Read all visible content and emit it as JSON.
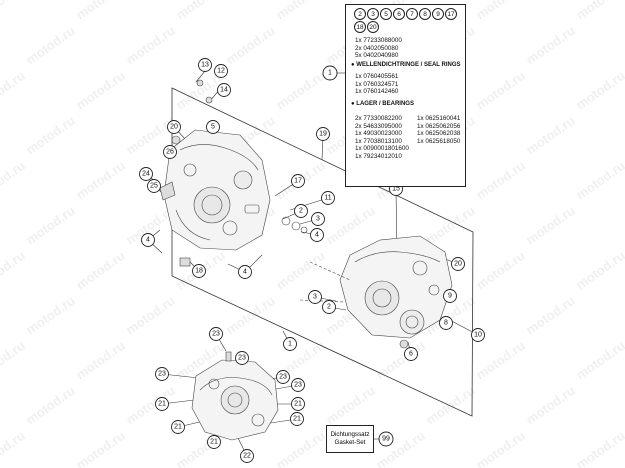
{
  "watermark": "motod.ru",
  "legend": {
    "ref_numbers": [
      "2",
      "3",
      "5",
      "6",
      "7",
      "8",
      "9",
      "17",
      "18",
      "20"
    ],
    "parts": [
      "1x 77233088000",
      "2x 0402050080",
      "5x 0402040980"
    ],
    "seal_header": "● WELLENDICHTRINGE / SEAL RINGS",
    "seal_rings": [
      "1x 0760405561",
      "1x 0760324571",
      "1x 0760142460"
    ],
    "bearing_header": "● LAGER / BEARINGS",
    "bearings_left": [
      "2x 77330082200",
      "2x 54633095000",
      "1x 49030023000",
      "1x 77038013100",
      "1x 0090001801600",
      "1x 79234012010"
    ],
    "bearings_right": [
      "1x 0625160041",
      "1x 0625062056",
      "1x 0625062038",
      "1x 0625618050"
    ],
    "callout": "1"
  },
  "gasket": {
    "line1": "Dichtungssatz",
    "line2": "Gasket-Set",
    "callout": "99"
  },
  "callouts": [
    "13",
    "12",
    "14",
    "20",
    "5",
    "19",
    "26",
    "24",
    "25",
    "17",
    "11",
    "2",
    "3",
    "4",
    "4",
    "18",
    "4",
    "15",
    "20",
    "3",
    "2",
    "9",
    "8",
    "10",
    "6",
    "1",
    "23",
    "23",
    "23",
    "23",
    "23",
    "21",
    "21",
    "21",
    "21",
    "21",
    "22"
  ]
}
